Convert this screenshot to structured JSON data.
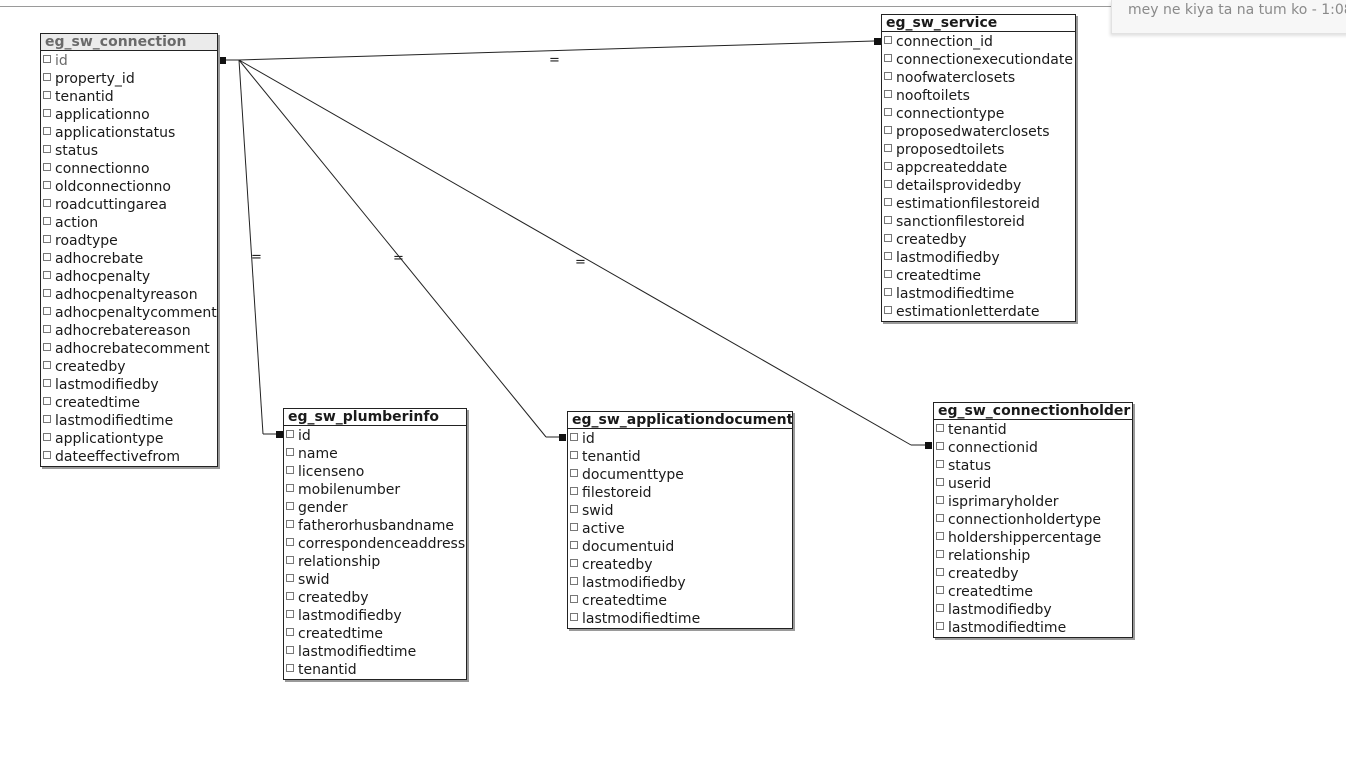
{
  "notification": {
    "text": "mey ne kiya ta na tum ko - 1:08"
  },
  "tables": [
    {
      "id": "connection",
      "name": "eg_sw_connection",
      "muted": true,
      "fields": [
        "id",
        "property_id",
        "tenantid",
        "applicationno",
        "applicationstatus",
        "status",
        "connectionno",
        "oldconnectionno",
        "roadcuttingarea",
        "action",
        "roadtype",
        "adhocrebate",
        "adhocpenalty",
        "adhocpenaltyreason",
        "adhocpenaltycomment",
        "adhocrebatereason",
        "adhocrebatecomment",
        "createdby",
        "lastmodifiedby",
        "createdtime",
        "lastmodifiedtime",
        "applicationtype",
        "dateeffectivefrom"
      ]
    },
    {
      "id": "service",
      "name": "eg_sw_service",
      "muted": false,
      "fields": [
        "connection_id",
        "connectionexecutiondate",
        "noofwaterclosets",
        "nooftoilets",
        "connectiontype",
        "proposedwaterclosets",
        "proposedtoilets",
        "appcreateddate",
        "detailsprovidedby",
        "estimationfilestoreid",
        "sanctionfilestoreid",
        "createdby",
        "lastmodifiedby",
        "createdtime",
        "lastmodifiedtime",
        "estimationletterdate"
      ]
    },
    {
      "id": "plumberinfo",
      "name": "eg_sw_plumberinfo",
      "muted": false,
      "fields": [
        "id",
        "name",
        "licenseno",
        "mobilenumber",
        "gender",
        "fatherorhusbandname",
        "correspondenceaddress",
        "relationship",
        "swid",
        "createdby",
        "lastmodifiedby",
        "createdtime",
        "lastmodifiedtime",
        "tenantid"
      ]
    },
    {
      "id": "applicationdocument",
      "name": "eg_sw_applicationdocument",
      "muted": false,
      "fields": [
        "id",
        "tenantid",
        "documenttype",
        "filestoreid",
        "swid",
        "active",
        "documentuid",
        "createdby",
        "lastmodifiedby",
        "createdtime",
        "lastmodifiedtime"
      ]
    },
    {
      "id": "connectionholder",
      "name": "eg_sw_connectionholder",
      "muted": false,
      "fields": [
        "tenantid",
        "connectionid",
        "status",
        "userid",
        "isprimaryholder",
        "connectionholdertype",
        "holdershippercentage",
        "relationship",
        "createdby",
        "createdtime",
        "lastmodifiedby",
        "lastmodifiedtime"
      ]
    }
  ],
  "relations": [
    {
      "from": "connection.id",
      "to": "service.connection_id",
      "label": "="
    },
    {
      "from": "connection.id",
      "to": "plumberinfo.id",
      "label": "="
    },
    {
      "from": "connection.id",
      "to": "applicationdocument.id",
      "label": "="
    },
    {
      "from": "connection.id",
      "to": "connectionholder.connectionid",
      "label": "="
    }
  ]
}
